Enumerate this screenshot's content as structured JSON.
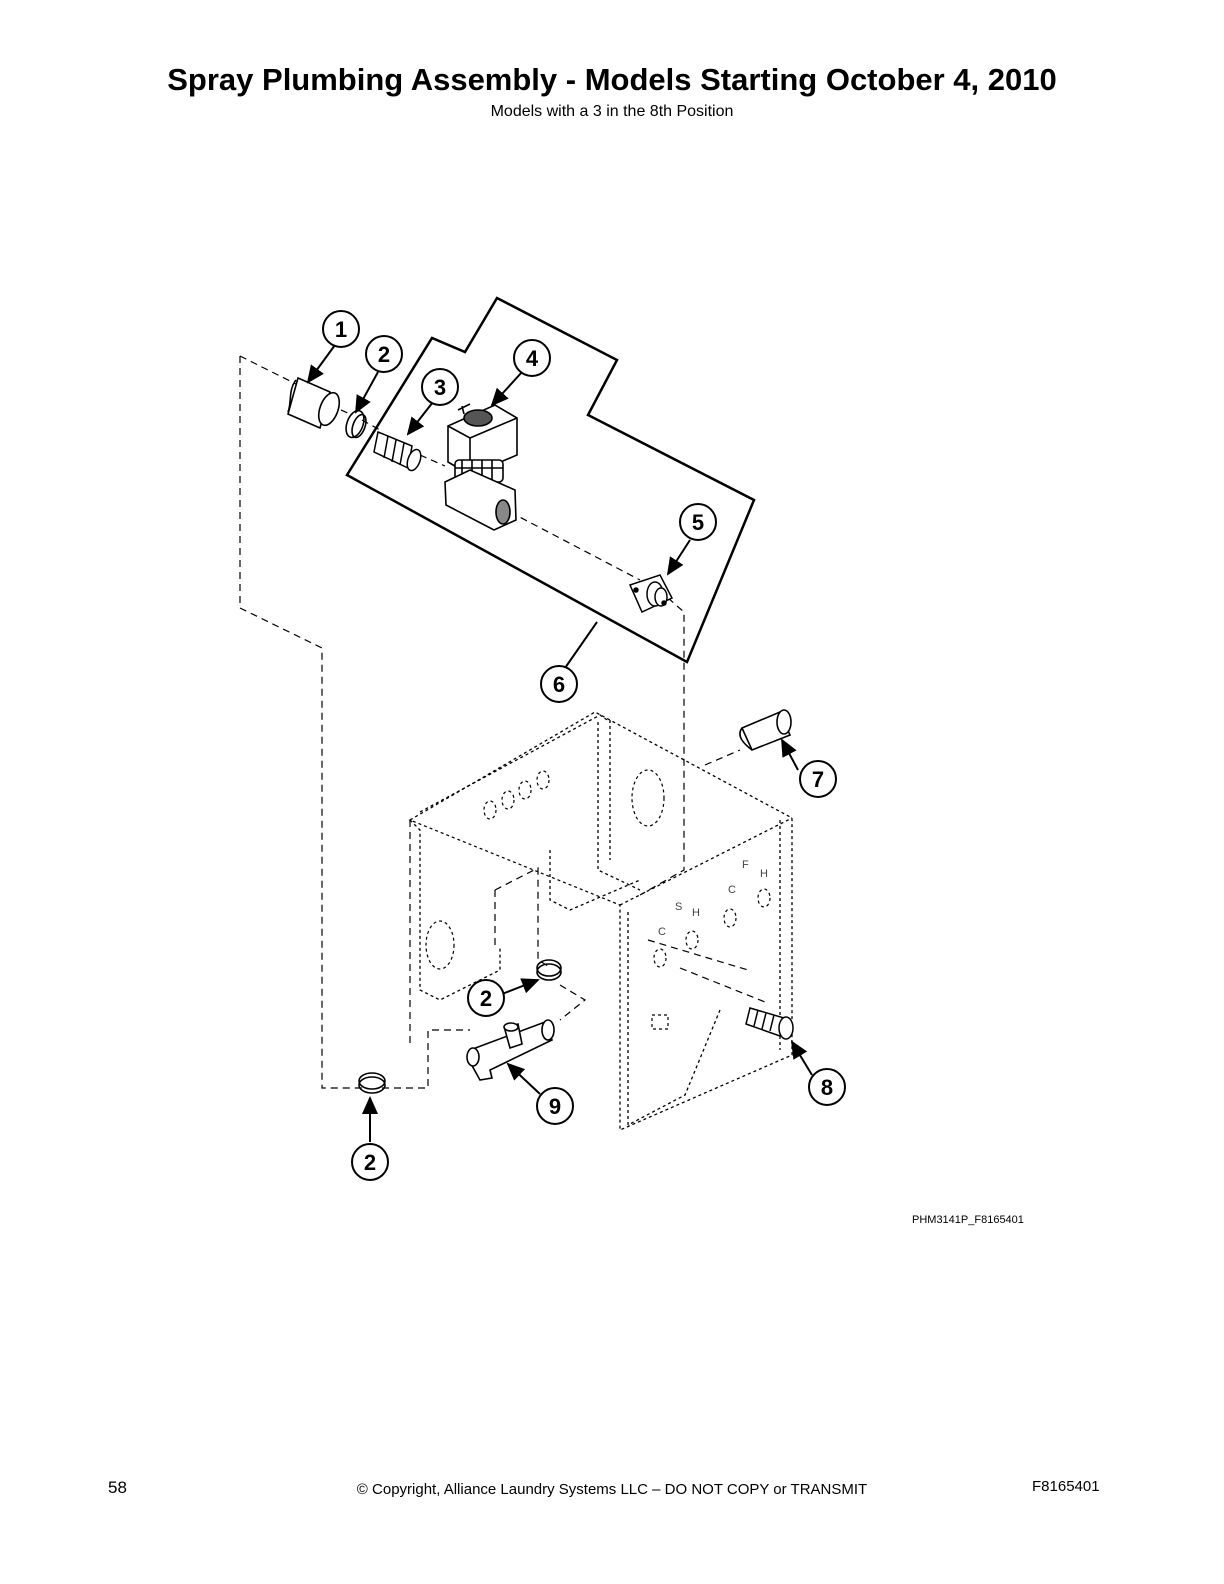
{
  "header": {
    "title": "Spray Plumbing Assembly - Models Starting October 4, 2010",
    "subtitle": "Models with a 3 in the 8th Position"
  },
  "diagram": {
    "figure_id": "PHM3141P_F8165401",
    "callouts": [
      "1",
      "2",
      "3",
      "4",
      "5",
      "6",
      "7",
      "2",
      "2",
      "8",
      "9"
    ],
    "panel_letters": [
      "C",
      "S",
      "H",
      "C",
      "F",
      "H"
    ]
  },
  "footer": {
    "page_number": "58",
    "copyright": "© Copyright, Alliance Laundry Systems LLC – DO NOT COPY or TRANSMIT",
    "doc_number": "F8165401"
  }
}
